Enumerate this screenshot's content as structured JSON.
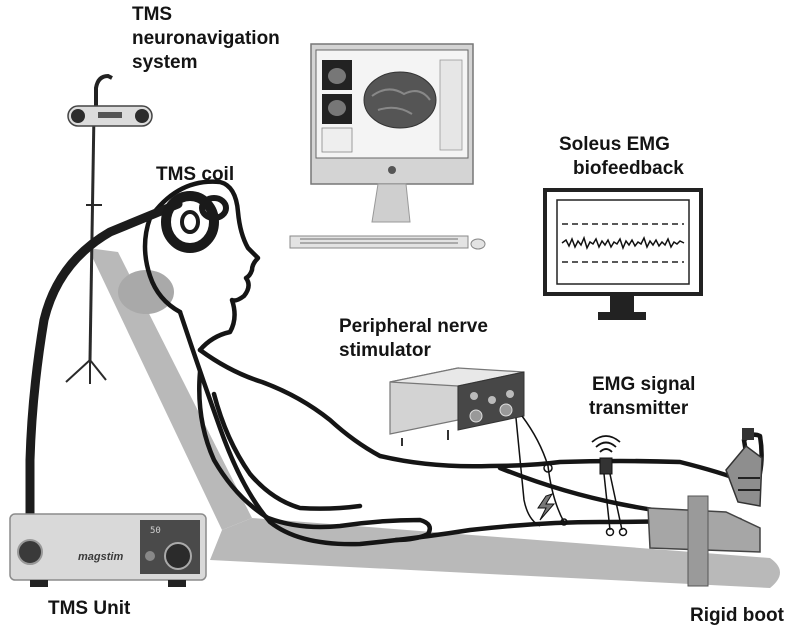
{
  "labels": {
    "neuronav_line1": "TMS",
    "neuronav_line2": "neuronavigation",
    "neuronav_line3": "system",
    "tms_coil": "TMS coil",
    "biofeedback_line1": "Soleus EMG",
    "biofeedback_line2": "biofeedback",
    "stimulator_line1": "Peripheral nerve",
    "stimulator_line2": "stimulator",
    "transmitter_line1": "EMG signal",
    "transmitter_line2": "transmitter",
    "tms_unit": "TMS Unit",
    "rigid_boot": "Rigid boot"
  },
  "device_text": {
    "brand": "magstim",
    "unit_display": "50"
  },
  "colors": {
    "chair": "#b9b9b9",
    "outline": "#151515",
    "arm": "#1c1c1c",
    "boot": "#a6a6a6",
    "device": "#d9d9d9",
    "panel": "#4a4a4a"
  }
}
